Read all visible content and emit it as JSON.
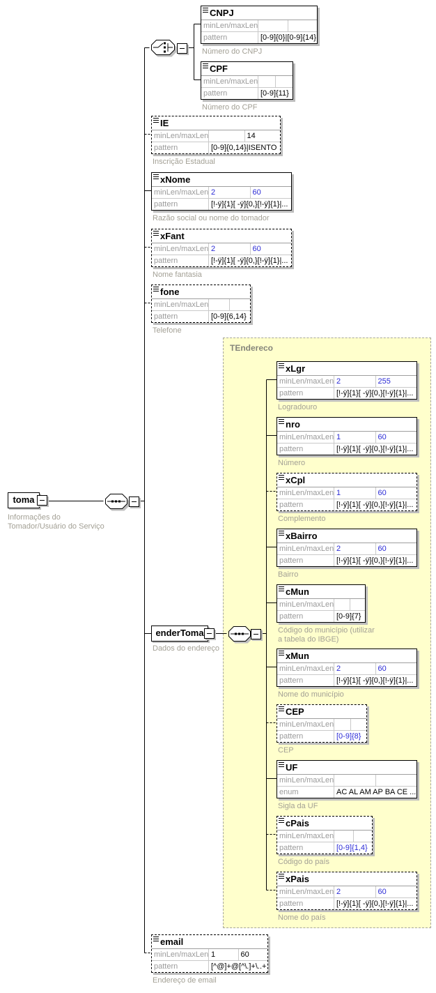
{
  "diagram": {
    "root": {
      "name": "toma",
      "annotation": "Informações do\nTomador/Usuário do Serviço"
    },
    "container": {
      "name": "enderToma",
      "annotation": "Dados do endereço"
    },
    "region_label": "TEndereco",
    "labels": {
      "minmax": "minLen/maxLen",
      "pattern": "pattern",
      "enum": "enum"
    },
    "icons": {
      "sequence": "sequence-compositor",
      "choice": "choice-compositor",
      "collapse": "collapse-minus"
    },
    "colors": {
      "facet_value_blue": "#2b2bd6",
      "region_fill": "#ffffcc",
      "annotation_gray": "#a3a095"
    },
    "elements": [
      {
        "id": "CNPJ",
        "title": "CNPJ",
        "min": "",
        "max": "",
        "facet_label": "pattern",
        "facet": "[0-9]{0}|[0-9]{14}",
        "facet_blue": false,
        "minmax_blue": false,
        "optional": false,
        "annotation": "Número do CNPJ"
      },
      {
        "id": "CPF",
        "title": "CPF",
        "min": "",
        "max": "",
        "facet_label": "pattern",
        "facet": "[0-9]{11}",
        "facet_blue": false,
        "minmax_blue": false,
        "optional": false,
        "annotation": "Número do CPF"
      },
      {
        "id": "IE",
        "title": "IE",
        "min": "",
        "max": "14",
        "facet_label": "pattern",
        "facet": "[0-9]{0,14}|ISENTO",
        "facet_blue": false,
        "minmax_blue": false,
        "optional": true,
        "annotation": "Inscrição Estadual"
      },
      {
        "id": "xNome",
        "title": "xNome",
        "min": "2",
        "max": "60",
        "facet_label": "pattern",
        "facet": "[!-ÿ]{1}[ -ÿ]{0,}[!-ÿ]{1}|...",
        "facet_blue": false,
        "minmax_blue": true,
        "optional": false,
        "annotation": "Razão social ou nome do tomador"
      },
      {
        "id": "xFant",
        "title": "xFant",
        "min": "2",
        "max": "60",
        "facet_label": "pattern",
        "facet": "[!-ÿ]{1}[ -ÿ]{0,}[!-ÿ]{1}|...",
        "facet_blue": false,
        "minmax_blue": true,
        "optional": true,
        "annotation": "Nome fantasia"
      },
      {
        "id": "fone",
        "title": "fone",
        "min": "",
        "max": "",
        "facet_label": "pattern",
        "facet": "[0-9]{6,14}",
        "facet_blue": false,
        "minmax_blue": false,
        "optional": true,
        "annotation": "Telefone"
      },
      {
        "id": "xLgr",
        "title": "xLgr",
        "min": "2",
        "max": "255",
        "facet_label": "pattern",
        "facet": "[!-ÿ]{1}[ -ÿ]{0,}[!-ÿ]{1}|...",
        "facet_blue": false,
        "minmax_blue": true,
        "optional": false,
        "annotation": "Logradouro"
      },
      {
        "id": "nro",
        "title": "nro",
        "min": "1",
        "max": "60",
        "facet_label": "pattern",
        "facet": "[!-ÿ]{1}[ -ÿ]{0,}[!-ÿ]{1}|...",
        "facet_blue": false,
        "minmax_blue": true,
        "optional": false,
        "annotation": "Número"
      },
      {
        "id": "xCpl",
        "title": "xCpl",
        "min": "1",
        "max": "60",
        "facet_label": "pattern",
        "facet": "[!-ÿ]{1}[ -ÿ]{0,}[!-ÿ]{1}|...",
        "facet_blue": false,
        "minmax_blue": true,
        "optional": true,
        "annotation": "Complemento"
      },
      {
        "id": "xBairro",
        "title": "xBairro",
        "min": "2",
        "max": "60",
        "facet_label": "pattern",
        "facet": "[!-ÿ]{1}[ -ÿ]{0,}[!-ÿ]{1}|...",
        "facet_blue": false,
        "minmax_blue": true,
        "optional": false,
        "annotation": "Bairro"
      },
      {
        "id": "cMun",
        "title": "cMun",
        "min": "",
        "max": "",
        "facet_label": "pattern",
        "facet": "[0-9]{7}",
        "facet_blue": false,
        "minmax_blue": false,
        "optional": false,
        "annotation": "Código do município (utilizar\na tabela do IBGE)"
      },
      {
        "id": "xMun",
        "title": "xMun",
        "min": "2",
        "max": "60",
        "facet_label": "pattern",
        "facet": "[!-ÿ]{1}[ -ÿ]{0,}[!-ÿ]{1}|...",
        "facet_blue": false,
        "minmax_blue": true,
        "optional": false,
        "annotation": "Nome do município"
      },
      {
        "id": "CEP",
        "title": "CEP",
        "min": "",
        "max": "",
        "facet_label": "pattern",
        "facet": "[0-9]{8}",
        "facet_blue": true,
        "minmax_blue": false,
        "optional": true,
        "annotation": "CEP"
      },
      {
        "id": "UF",
        "title": "UF",
        "min": "",
        "max": "",
        "facet_label": "enum",
        "facet": "AC AL AM AP BA CE ...",
        "facet_blue": false,
        "minmax_blue": false,
        "optional": false,
        "annotation": "Sigla da UF"
      },
      {
        "id": "cPais",
        "title": "cPais",
        "min": "",
        "max": "",
        "facet_label": "pattern",
        "facet": "[0-9]{1,4}",
        "facet_blue": true,
        "minmax_blue": false,
        "optional": true,
        "annotation": "Código do país"
      },
      {
        "id": "xPais",
        "title": "xPais",
        "min": "2",
        "max": "60",
        "facet_label": "pattern",
        "facet": "[!-ÿ]{1}[ -ÿ]{0,}[!-ÿ]{1}|...",
        "facet_blue": false,
        "minmax_blue": true,
        "optional": true,
        "annotation": "Nome do país"
      },
      {
        "id": "email",
        "title": "email",
        "min": "1",
        "max": "60",
        "facet_label": "pattern",
        "facet": "[^@]+@[^\\.]+\\..+",
        "facet_blue": false,
        "minmax_blue": false,
        "optional": true,
        "annotation": "Endereço de email"
      }
    ]
  }
}
